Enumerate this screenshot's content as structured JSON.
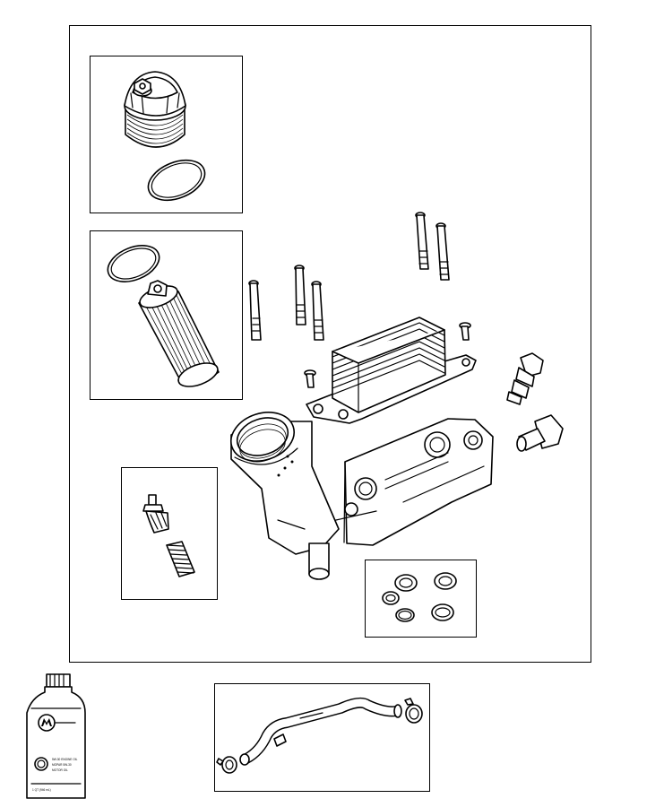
{
  "diagram": {
    "bottle_label_lines": [
      "5W-30 ENGINE OIL",
      "MOPAR 5W-30",
      "MOTOR OIL",
      "1 QT (946 mL)"
    ]
  }
}
